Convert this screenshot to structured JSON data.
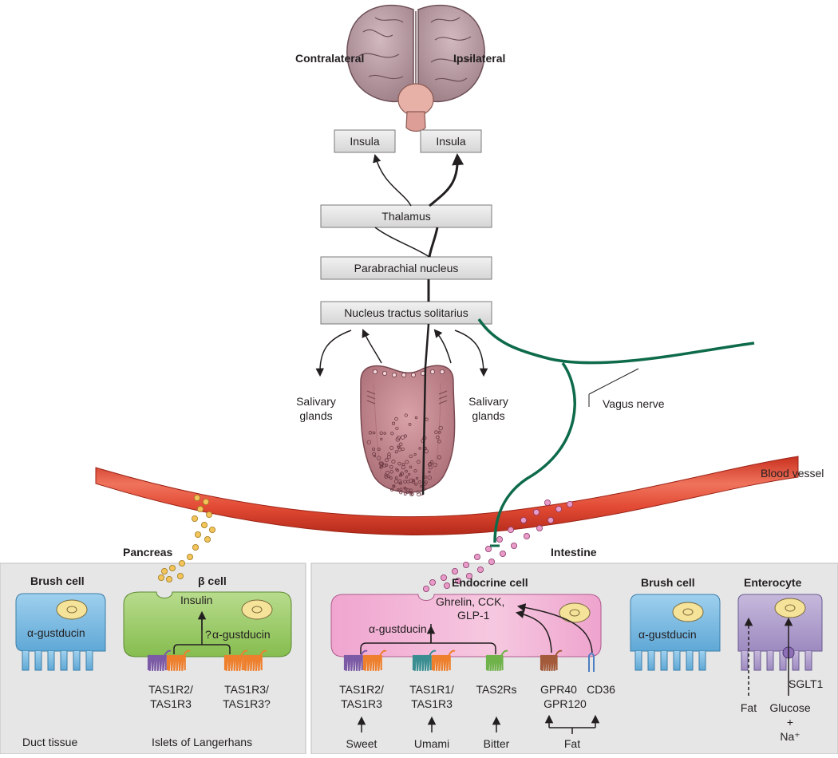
{
  "brain": {
    "left_label": "Contralateral",
    "right_label": "Ipsilateral"
  },
  "boxes": {
    "insula_left": "Insula",
    "insula_right": "Insula",
    "thalamus": "Thalamus",
    "parabrachial": "Parabrachial nucleus",
    "nts": "Nucleus tractus solitarius"
  },
  "labels": {
    "salivary_left_1": "Salivary",
    "salivary_left_2": "glands",
    "salivary_right_1": "Salivary",
    "salivary_right_2": "glands",
    "vagus_nerve": "Vagus nerve",
    "blood_vessel": "Blood vessel",
    "pancreas": "Pancreas",
    "intestine": "Intestine"
  },
  "pancreas_panel": {
    "brush_cell": "Brush cell",
    "alpha_gustducin_brush": "α-gustducin",
    "beta_cell": "β cell",
    "insulin": "Insulin",
    "question": "?",
    "alpha_gustducin_beta": "α-gustducin",
    "receptor1_line1": "TAS1R2/",
    "receptor1_line2": "TAS1R3",
    "receptor2_line1": "TAS1R3/",
    "receptor2_line2": "TAS1R3?",
    "duct_tissue": "Duct tissue",
    "islets": "Islets of Langerhans"
  },
  "intestine_panel": {
    "endocrine_cell": "Endocrine cell",
    "hormones_line1": "Ghrelin, CCK,",
    "hormones_line2": "GLP-1",
    "alpha_gustducin": "α-gustducin",
    "brush_cell": "Brush cell",
    "alpha_gustducin_brush": "α-gustducin",
    "enterocyte": "Enterocyte",
    "r1_line1": "TAS1R2/",
    "r1_line2": "TAS1R3",
    "r2_line1": "TAS1R1/",
    "r2_line2": "TAS1R3",
    "r3": "TAS2Rs",
    "r4_line1": "GPR40",
    "r4_line2": "GPR120",
    "r5": "CD36",
    "sglt1": "SGLT1",
    "taste_sweet": "Sweet",
    "taste_umami": "Umami",
    "taste_bitter": "Bitter",
    "taste_fat": "Fat",
    "ent_fat": "Fat",
    "ent_glucose": "Glucose",
    "ent_plus": "+",
    "ent_na": "Na⁺"
  },
  "colors": {
    "vessel": "#e0442e",
    "vagus": "#0e6b4a",
    "panel_bg": "#e6e6e7",
    "box_bg": "#e3e3e4",
    "brush_cell": "#7fbfe4",
    "beta_cell": "#9fd06a",
    "endocrine_cell": "#ee9ecb",
    "enterocyte": "#b3a2cd",
    "nucleus": "#f5e39a",
    "insulin_granule": "#f2c45a",
    "hormone_granule": "#e89ac8",
    "brain": "#bda0a8",
    "tongue": "#c4848d"
  }
}
